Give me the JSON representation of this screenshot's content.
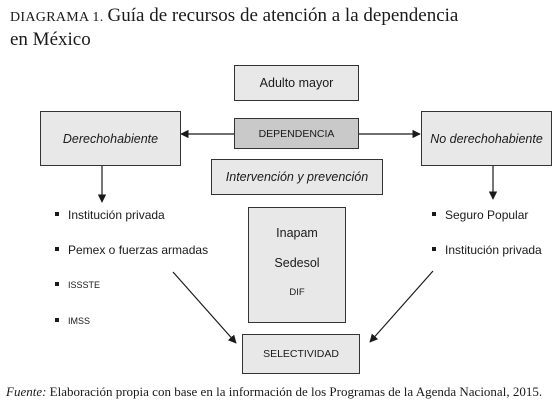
{
  "title": {
    "prefix": "DIAGRAMA 1.",
    "text": "Guía de recursos de atención a la dependencia",
    "text_line2": "en México"
  },
  "boxes": {
    "adulto_mayor": "Adulto mayor",
    "dependencia": "DEPENDENCIA",
    "derechohabiente": "Derechohabiente",
    "no_derechohabiente": "No derechohabiente",
    "intervencion": "Intervención y prevención",
    "selectividad": "SELECTIVIDAD"
  },
  "programs": [
    "Inapam",
    "Sedesol",
    "DIF"
  ],
  "left_list": [
    "Institución privada",
    "Pemex o fuerzas armadas",
    "ISSSTE",
    "IMSS"
  ],
  "right_list": [
    "Seguro Popular",
    "Institución privada"
  ],
  "source": {
    "label": "Fuente:",
    "text": "Elaboración propia con base en la información de los Programas de la Agenda Nacional, 2015."
  }
}
